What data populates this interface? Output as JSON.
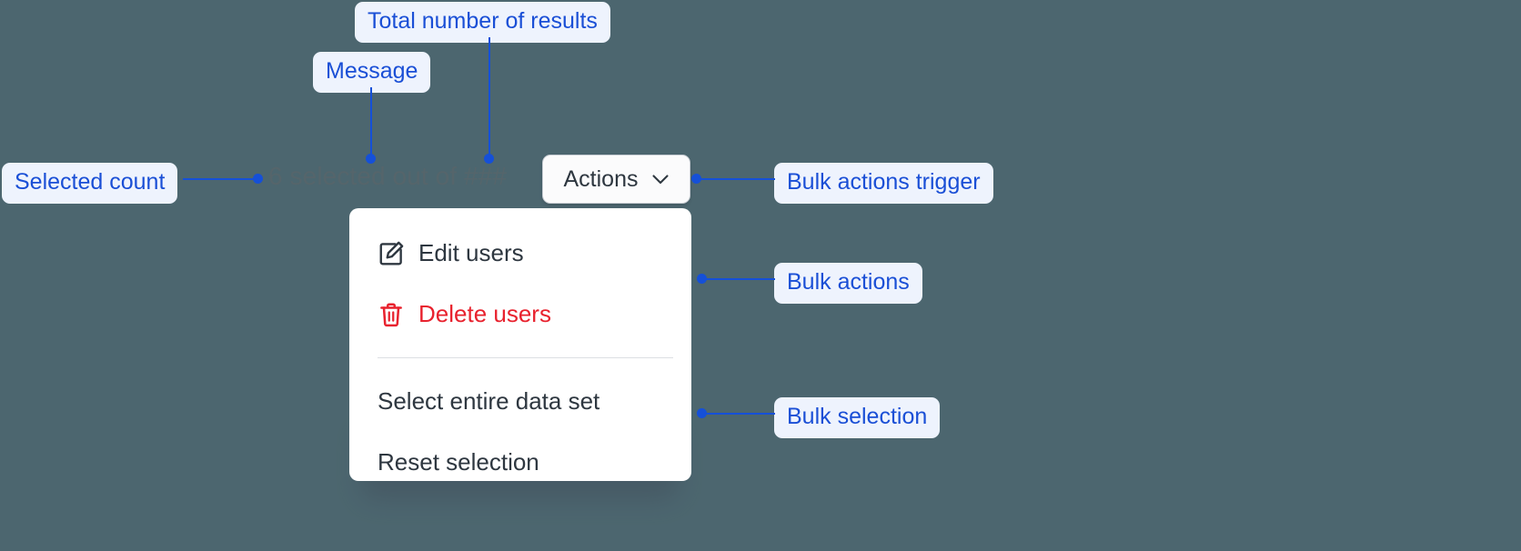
{
  "page": {
    "background_color": "#4c666f",
    "accent_color": "#1550d8",
    "callout_bg_color": "#eef3fd",
    "danger_color": "#e8222e"
  },
  "toolbar": {
    "selected_message": "6 selected out of ###",
    "actions_button_label": "Actions",
    "chevron_icon": "chevron-down-icon"
  },
  "menu": {
    "action_items": [
      {
        "label": "Edit users",
        "icon": "edit-pencil-square-icon",
        "tone": "default"
      },
      {
        "label": "Delete users",
        "icon": "trash-icon",
        "tone": "danger"
      }
    ],
    "selection_items": [
      {
        "label": "Select entire data set",
        "icon": "",
        "tone": "default"
      },
      {
        "label": "Reset selection",
        "icon": "",
        "tone": "default"
      }
    ]
  },
  "annotations": {
    "total_results": "Total number of results",
    "message": "Message",
    "selected_count": "Selected count",
    "bulk_actions_trigger": "Bulk actions trigger",
    "bulk_actions": "Bulk actions",
    "bulk_selection": "Bulk selection"
  }
}
